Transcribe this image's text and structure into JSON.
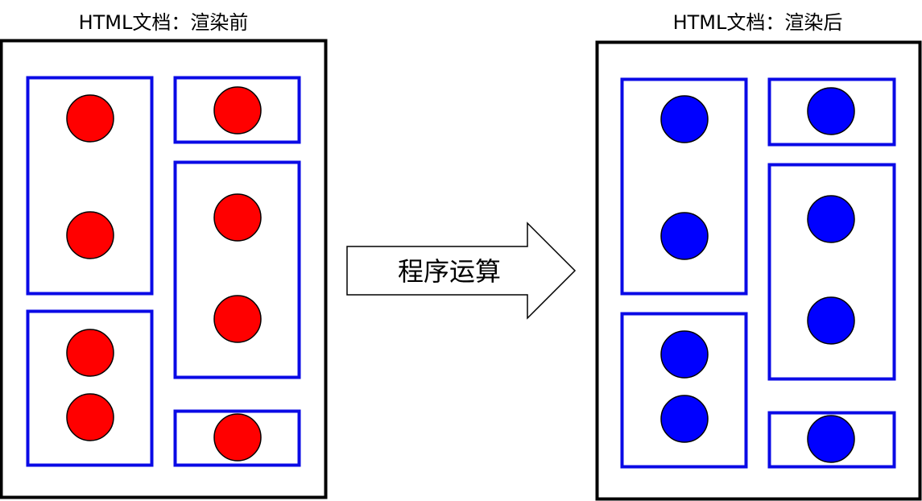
{
  "before": {
    "title": "HTML文档：渲染前"
  },
  "after": {
    "title": "HTML文档：渲染后"
  },
  "arrow": {
    "label": "程序运算"
  },
  "colors": {
    "before_circle": "#ff0000",
    "after_circle": "#0000ff",
    "container_border": "#0a0ae6",
    "document_border": "#000000"
  }
}
